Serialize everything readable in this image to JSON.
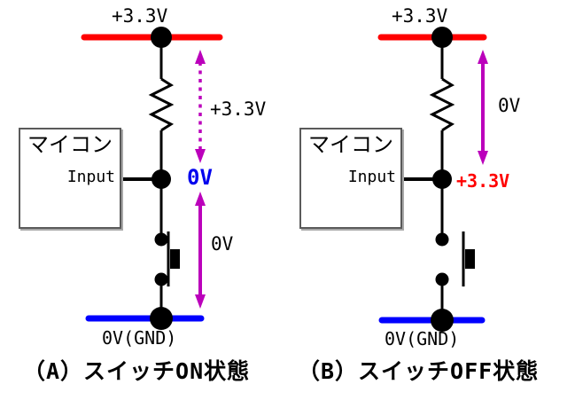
{
  "page": {
    "background": "#ffffff"
  },
  "colors": {
    "supply_rail": "#ff0000",
    "ground_rail": "#0000ff",
    "wire": "#000000",
    "voltage_arrow": "#bb00bb",
    "node_low_text": "#0000ee",
    "node_high_text": "#ff0000",
    "box_border": "#5a5a5a"
  },
  "diagram_a": {
    "state": "ON",
    "supply_label": "+3.3V",
    "mcu_label": "マイコン",
    "input_label": "Input",
    "resistor_drop_label": "+3.3V",
    "node_voltage_label": "0V",
    "switch_drop_label": "0V",
    "ground_label": "0V(GND)",
    "caption": "（A）スイッチON状態"
  },
  "diagram_b": {
    "state": "OFF",
    "supply_label": "+3.3V",
    "mcu_label": "マイコン",
    "input_label": "Input",
    "resistor_drop_label": "0V",
    "node_voltage_label": "+3.3V",
    "ground_label": "0V(GND)",
    "caption": "（B）スイッチOFF状態"
  }
}
